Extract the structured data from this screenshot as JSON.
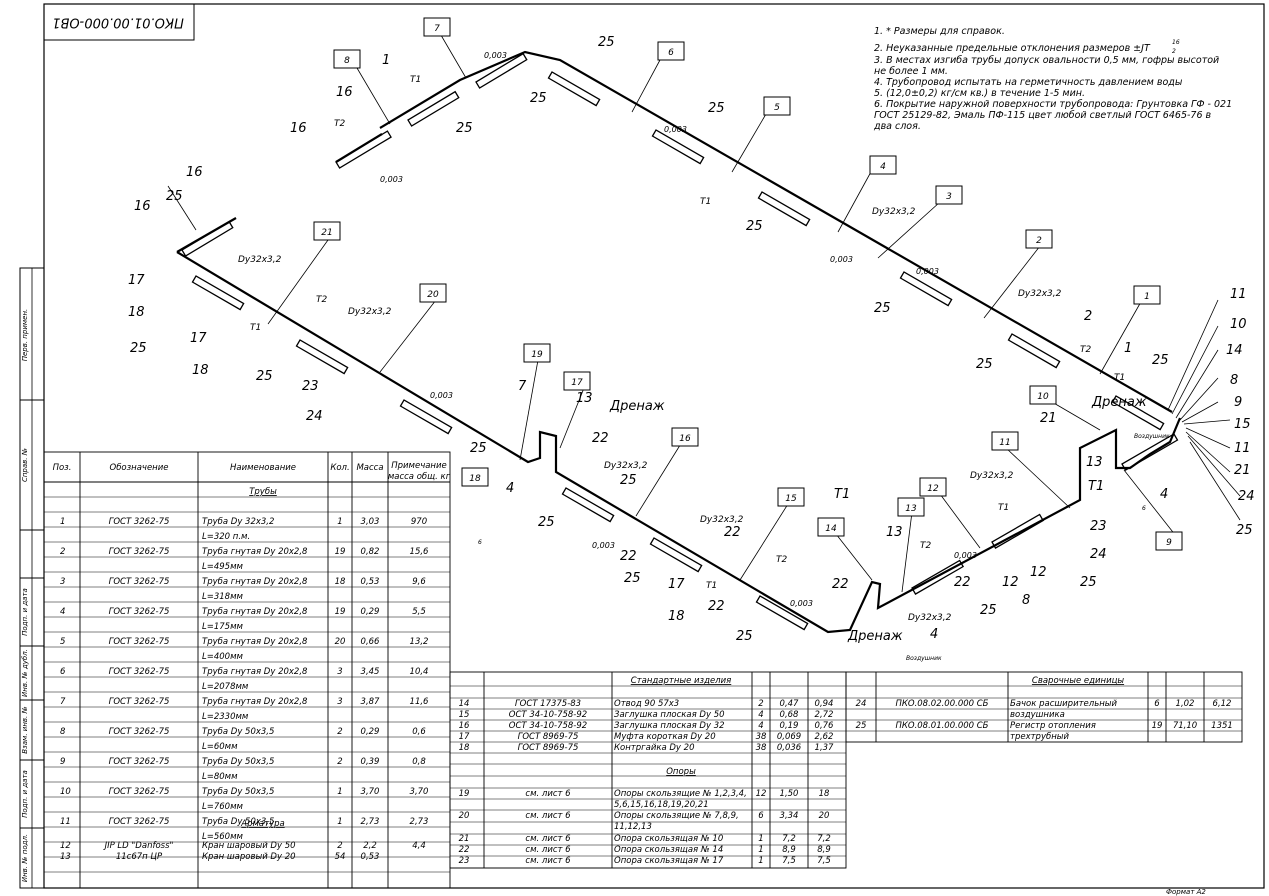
{
  "stamp": "ПКО.01.00.000-ОВ1",
  "format": "Формат А2",
  "notes": [
    "1.   * Размеры для справок.",
    "2.   Неуказанные предельные отклонения размеров ±JT",
    "3.   В местах изгиба трубы допуск овальности 0,5 мм, гофры высотой",
    "       не более 1 мм.",
    "4.   Трубопровод испытать на герметичность давлением воды",
    "5.   (12,0±0,2) кг/см кв.) в течение 1-5 мин.",
    "6.   Покрытие наружной поверхности трубопровода: Грунтовка ГФ - 021",
    "       ГОСТ 25129-82, Эмаль ПФ-115 цвет   любой светлый ГОСТ 6465-76 в",
    "       два слоя."
  ],
  "note_superscript": "16",
  "note_subscript": "2",
  "side_labels": [
    "Перв. примен.",
    "Справ. №",
    "Подп. и дата",
    "Инв. № дубл.",
    "Взам. инв. №",
    "Подп. и дата",
    "Инв. № подл."
  ],
  "drawing_labels": {
    "boxes": [
      "7",
      "8",
      "6",
      "5",
      "4",
      "3",
      "2",
      "1",
      "21",
      "20",
      "19",
      "17",
      "16",
      "15",
      "14",
      "13",
      "12",
      "11",
      "10",
      "9",
      "18"
    ],
    "callouts": [
      "25",
      "1",
      "16",
      "Т1",
      "Т2",
      "0,003",
      "Dy32x3,2",
      "17",
      "18",
      "3",
      "2",
      "23",
      "24",
      "7",
      "13",
      "Дренаж",
      "22",
      "6",
      "Воздушник",
      "Т1",
      "4",
      "5",
      "12",
      "8",
      "9",
      "15",
      "11",
      "21",
      "10",
      "14"
    ]
  },
  "left_table": {
    "headers": [
      "Поз.",
      "Обозначение",
      "Наименование",
      "Кол.",
      "Масса",
      "Примечание",
      "масса общ. кг"
    ],
    "section_pipes": "Трубы",
    "section_armatura": "Арматура",
    "rows": [
      {
        "pos": "1",
        "des": "ГОСТ 3262-75",
        "name": "Труба Dy 32х3,2",
        "sub": "L=320 п.м.",
        "qty": "1",
        "mass": "3,03",
        "note": "970"
      },
      {
        "pos": "2",
        "des": "ГОСТ 3262-75",
        "name": "Труба гнутая Dy 20х2,8",
        "sub": "L=495мм",
        "qty": "19",
        "mass": "0,82",
        "note": "15,6"
      },
      {
        "pos": "3",
        "des": "ГОСТ 3262-75",
        "name": "Труба гнутая Dy 20х2,8",
        "sub": "L=318мм",
        "qty": "18",
        "mass": "0,53",
        "note": "9,6"
      },
      {
        "pos": "4",
        "des": "ГОСТ 3262-75",
        "name": "Труба гнутая Dy 20х2,8",
        "sub": "L=175мм",
        "qty": "19",
        "mass": "0,29",
        "note": "5,5"
      },
      {
        "pos": "5",
        "des": "ГОСТ 3262-75",
        "name": "Труба гнутая Dy 20х2,8",
        "sub": "L=400мм",
        "qty": "20",
        "mass": "0,66",
        "note": "13,2"
      },
      {
        "pos": "6",
        "des": "ГОСТ 3262-75",
        "name": "Труба гнутая Dy 20х2,8",
        "sub": "L=2078мм",
        "qty": "3",
        "mass": "3,45",
        "note": "10,4"
      },
      {
        "pos": "7",
        "des": "ГОСТ 3262-75",
        "name": "Труба гнутая Dy 20х2,8",
        "sub": "L=2330мм",
        "qty": "3",
        "mass": "3,87",
        "note": "11,6"
      },
      {
        "pos": "8",
        "des": "ГОСТ 3262-75",
        "name": "Труба Dy 50х3,5",
        "sub": "L=60мм",
        "qty": "2",
        "mass": "0,29",
        "note": "0,6"
      },
      {
        "pos": "9",
        "des": "ГОСТ 3262-75",
        "name": "Труба Dy 50х3,5",
        "sub": "L=80мм",
        "qty": "2",
        "mass": "0,39",
        "note": "0,8"
      },
      {
        "pos": "10",
        "des": "ГОСТ 3262-75",
        "name": "Труба Dy 50х3,5",
        "sub": "L=760мм",
        "qty": "1",
        "mass": "3,70",
        "note": "3,70"
      },
      {
        "pos": "11",
        "des": "ГОСТ 3262-75",
        "name": "Труба Dy 50х3,5",
        "sub": "L=560мм",
        "qty": "1",
        "mass": "2,73",
        "note": "2,73"
      }
    ],
    "armatura": [
      {
        "pos": "12",
        "des": "JIP LD \"Danfoss\"",
        "name": "Кран шаровый Dy 50",
        "qty": "2",
        "mass": "2,2",
        "note": "4,4"
      },
      {
        "pos": "13",
        "des": "11с67п ЦР",
        "name": "Кран шаровый Dy 20",
        "qty": "54",
        "mass": "0,53",
        "note": ""
      }
    ]
  },
  "std_table": {
    "title": "Стандартные изделия",
    "rows": [
      {
        "pos": "14",
        "des": "ГОСТ 17375-83",
        "name": "Отвод 90 57х3",
        "qty": "2",
        "mass": "0,47",
        "note": "0,94"
      },
      {
        "pos": "15",
        "des": "ОСТ 34-10-758-92",
        "name": "Заглушка плоская Dy 50",
        "qty": "4",
        "mass": "0,68",
        "note": "2,72"
      },
      {
        "pos": "16",
        "des": "ОСТ 34-10-758-92",
        "name": "Заглушка плоская Dy 32",
        "qty": "4",
        "mass": "0,19",
        "note": "0,76"
      },
      {
        "pos": "17",
        "des": "ГОСТ 8969-75",
        "name": "Муфта короткая Dy 20",
        "qty": "38",
        "mass": "0,069",
        "note": "2,62"
      },
      {
        "pos": "18",
        "des": "ГОСТ 8969-75",
        "name": "Контргайка Dy 20",
        "qty": "38",
        "mass": "0,036",
        "note": "1,37"
      }
    ],
    "supports_title": "Опоры",
    "supports": [
      {
        "pos": "19",
        "des": "см. лист 6",
        "name": "Опоры скользящие № 1,2,3,4,",
        "name2": "5,6,15,16,18,19,20,21",
        "qty": "12",
        "mass": "1,50",
        "note": "18"
      },
      {
        "pos": "20",
        "des": "см. лист 6",
        "name": "Опоры скользящие № 7,8,9,",
        "name2": "11,12,13",
        "qty": "6",
        "mass": "3,34",
        "note": "20"
      },
      {
        "pos": "21",
        "des": "см. лист 6",
        "name": "Опора скользящая № 10",
        "name2": "",
        "qty": "1",
        "mass": "7,2",
        "note": "7,2"
      },
      {
        "pos": "22",
        "des": "см. лист 6",
        "name": "Опора скользящая № 14",
        "name2": "",
        "qty": "1",
        "mass": "8,9",
        "note": "8,9"
      },
      {
        "pos": "23",
        "des": "см. лист 6",
        "name": "Опора скользящая № 17",
        "name2": "",
        "qty": "1",
        "mass": "7,5",
        "note": "7,5"
      }
    ]
  },
  "weld_table": {
    "title": "Сварочные единицы",
    "rows": [
      {
        "pos": "24",
        "des": "ПКО.08.02.00.000 СБ",
        "name": "Бачок расширительный",
        "name2": "воздушника",
        "qty": "6",
        "mass": "1,02",
        "note": "6,12"
      },
      {
        "pos": "25",
        "des": "ПКО.08.01.00.000 СБ",
        "name": "Регистр отопления",
        "name2": "трехтрубный",
        "qty": "19",
        "mass": "71,10",
        "note": "1351"
      }
    ]
  }
}
